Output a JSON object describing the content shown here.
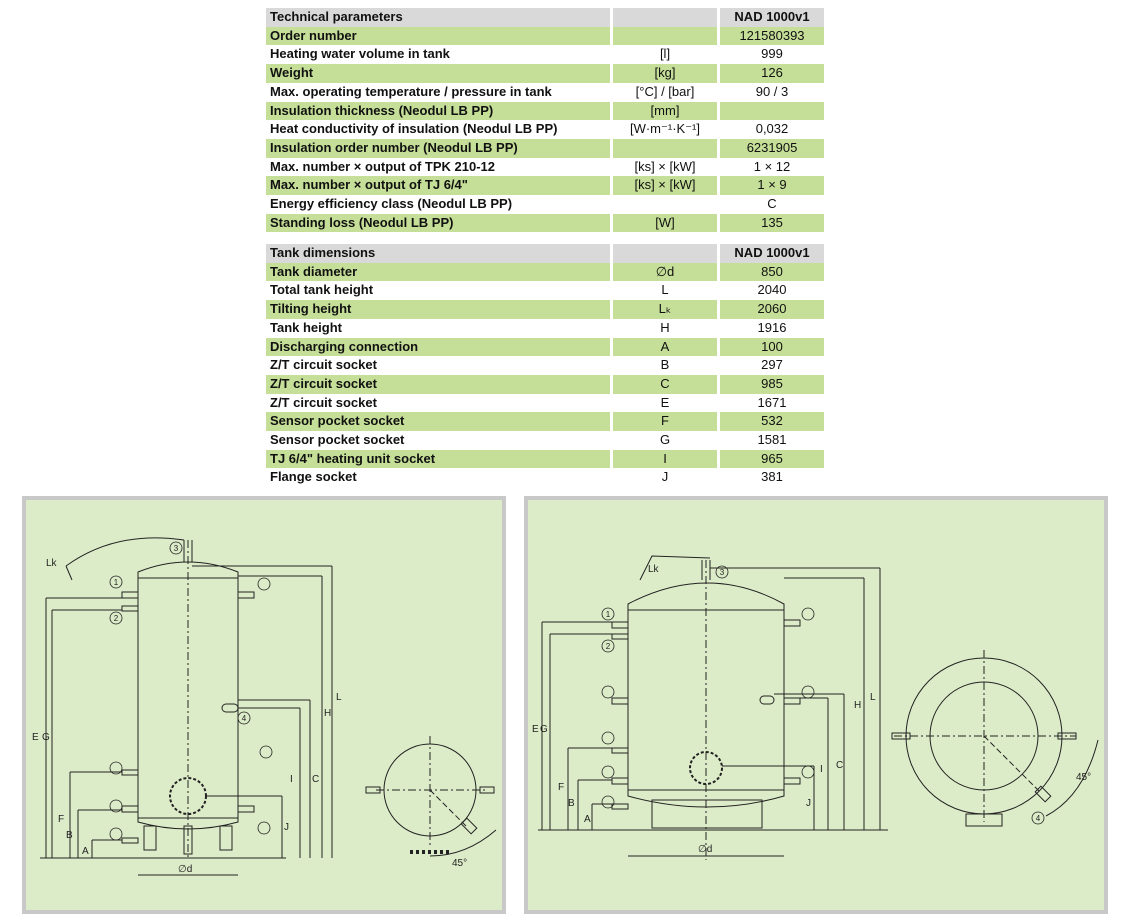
{
  "technical_table": {
    "header": {
      "label": "Technical parameters",
      "unit": "",
      "model": "NAD 1000v1"
    },
    "rows": [
      {
        "label": "Order number",
        "unit": "",
        "value": "121580393"
      },
      {
        "label": "Heating water volume in tank",
        "unit": "[l]",
        "value": "999"
      },
      {
        "label": "Weight",
        "unit": "[kg]",
        "value": "126"
      },
      {
        "label": "Max. operating temperature / pressure in tank",
        "unit": "[°C] / [bar]",
        "value": "90 / 3"
      },
      {
        "label": "Insulation thickness (Neodul LB PP)",
        "unit": "[mm]",
        "value": ""
      },
      {
        "label": "Heat conductivity of insulation (Neodul LB PP)",
        "unit": "[W·m⁻¹·K⁻¹]",
        "value": "0,032"
      },
      {
        "label": "Insulation order number (Neodul LB PP)",
        "unit": "",
        "value": "6231905"
      },
      {
        "label": "Max. number × output of TPK 210-12",
        "unit": "[ks] × [kW]",
        "value": "1 × 12"
      },
      {
        "label": "Max. number × output of TJ 6/4\"",
        "unit": "[ks] × [kW]",
        "value": "1 × 9"
      },
      {
        "label": "Energy efficiency class (Neodul LB PP)",
        "unit": "",
        "value": "C"
      },
      {
        "label": "Standing loss (Neodul LB PP)",
        "unit": "[W]",
        "value": "135"
      }
    ]
  },
  "dimensions_table": {
    "header": {
      "label": "Tank dimensions",
      "unit": "",
      "model": "NAD 1000v1"
    },
    "rows": [
      {
        "label": "Tank diameter",
        "unit": "∅d",
        "value": "850"
      },
      {
        "label": "Total tank height",
        "unit": "L",
        "value": "2040"
      },
      {
        "label": "Tilting height",
        "unit": "Lₖ",
        "value": "2060"
      },
      {
        "label": "Tank height",
        "unit": "H",
        "value": "1916"
      },
      {
        "label": "Discharging connection",
        "unit": "A",
        "value": "100"
      },
      {
        "label": "Z/T circuit socket",
        "unit": "B",
        "value": "297"
      },
      {
        "label": "Z/T circuit socket",
        "unit": "C",
        "value": "985"
      },
      {
        "label": "Z/T circuit socket",
        "unit": "E",
        "value": "1671"
      },
      {
        "label": "Sensor pocket socket",
        "unit": "F",
        "value": "532"
      },
      {
        "label": "Sensor pocket socket",
        "unit": "G",
        "value": "1581"
      },
      {
        "label": "TJ 6/4\" heating unit socket",
        "unit": "I",
        "value": "965"
      },
      {
        "label": "Flange socket",
        "unit": "J",
        "value": "381"
      }
    ]
  },
  "drawing_left": {
    "lk": "Lk",
    "dim_letters": [
      "E",
      "G",
      "F",
      "B",
      "A",
      "H",
      "L",
      "I",
      "C",
      "J"
    ],
    "diameter": "∅d",
    "angle": "45°",
    "callouts": [
      "1",
      "2",
      "3",
      "4"
    ]
  },
  "drawing_right": {
    "lk": "Lk",
    "dim_letters": [
      "E",
      "G",
      "F",
      "B",
      "A",
      "H",
      "L",
      "I",
      "C",
      "J"
    ],
    "diameter": "∅d",
    "angle": "45°",
    "callouts": [
      "1",
      "2",
      "3",
      "4"
    ]
  }
}
